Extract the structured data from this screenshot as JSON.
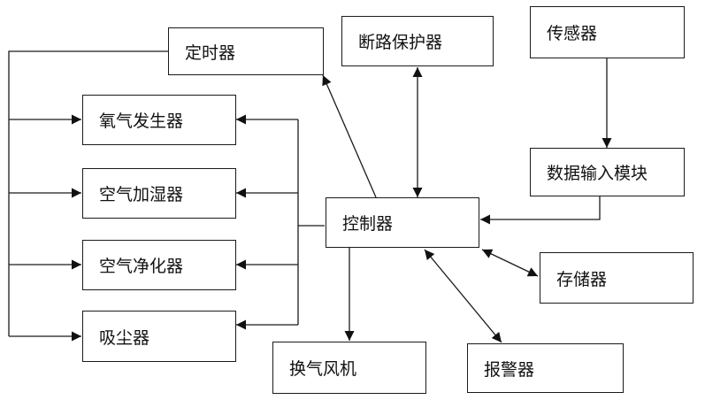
{
  "diagram": {
    "nodes": {
      "timer": "定时器",
      "breaker": "断路保护器",
      "sensor": "传感器",
      "oxygen": "氧气发生器",
      "humidifier": "空气加湿器",
      "purifier": "空气净化器",
      "vacuum": "吸尘器",
      "controller": "控制器",
      "data_input": "数据输入模块",
      "storage": "存储器",
      "fan": "换气风机",
      "alarm": "报警器"
    },
    "edges": [
      {
        "from": "timer",
        "to": "oxygen"
      },
      {
        "from": "timer",
        "to": "humidifier"
      },
      {
        "from": "timer",
        "to": "purifier"
      },
      {
        "from": "timer",
        "to": "vacuum"
      },
      {
        "from": "controller",
        "to": "timer"
      },
      {
        "from": "controller",
        "to": "breaker",
        "bidirectional": true
      },
      {
        "from": "sensor",
        "to": "data_input"
      },
      {
        "from": "data_input",
        "to": "controller"
      },
      {
        "from": "controller",
        "to": "oxygen"
      },
      {
        "from": "controller",
        "to": "humidifier"
      },
      {
        "from": "controller",
        "to": "purifier"
      },
      {
        "from": "controller",
        "to": "vacuum"
      },
      {
        "from": "controller",
        "to": "storage",
        "bidirectional": true
      },
      {
        "from": "controller",
        "to": "fan"
      },
      {
        "from": "controller",
        "to": "alarm",
        "bidirectional": true
      }
    ]
  }
}
